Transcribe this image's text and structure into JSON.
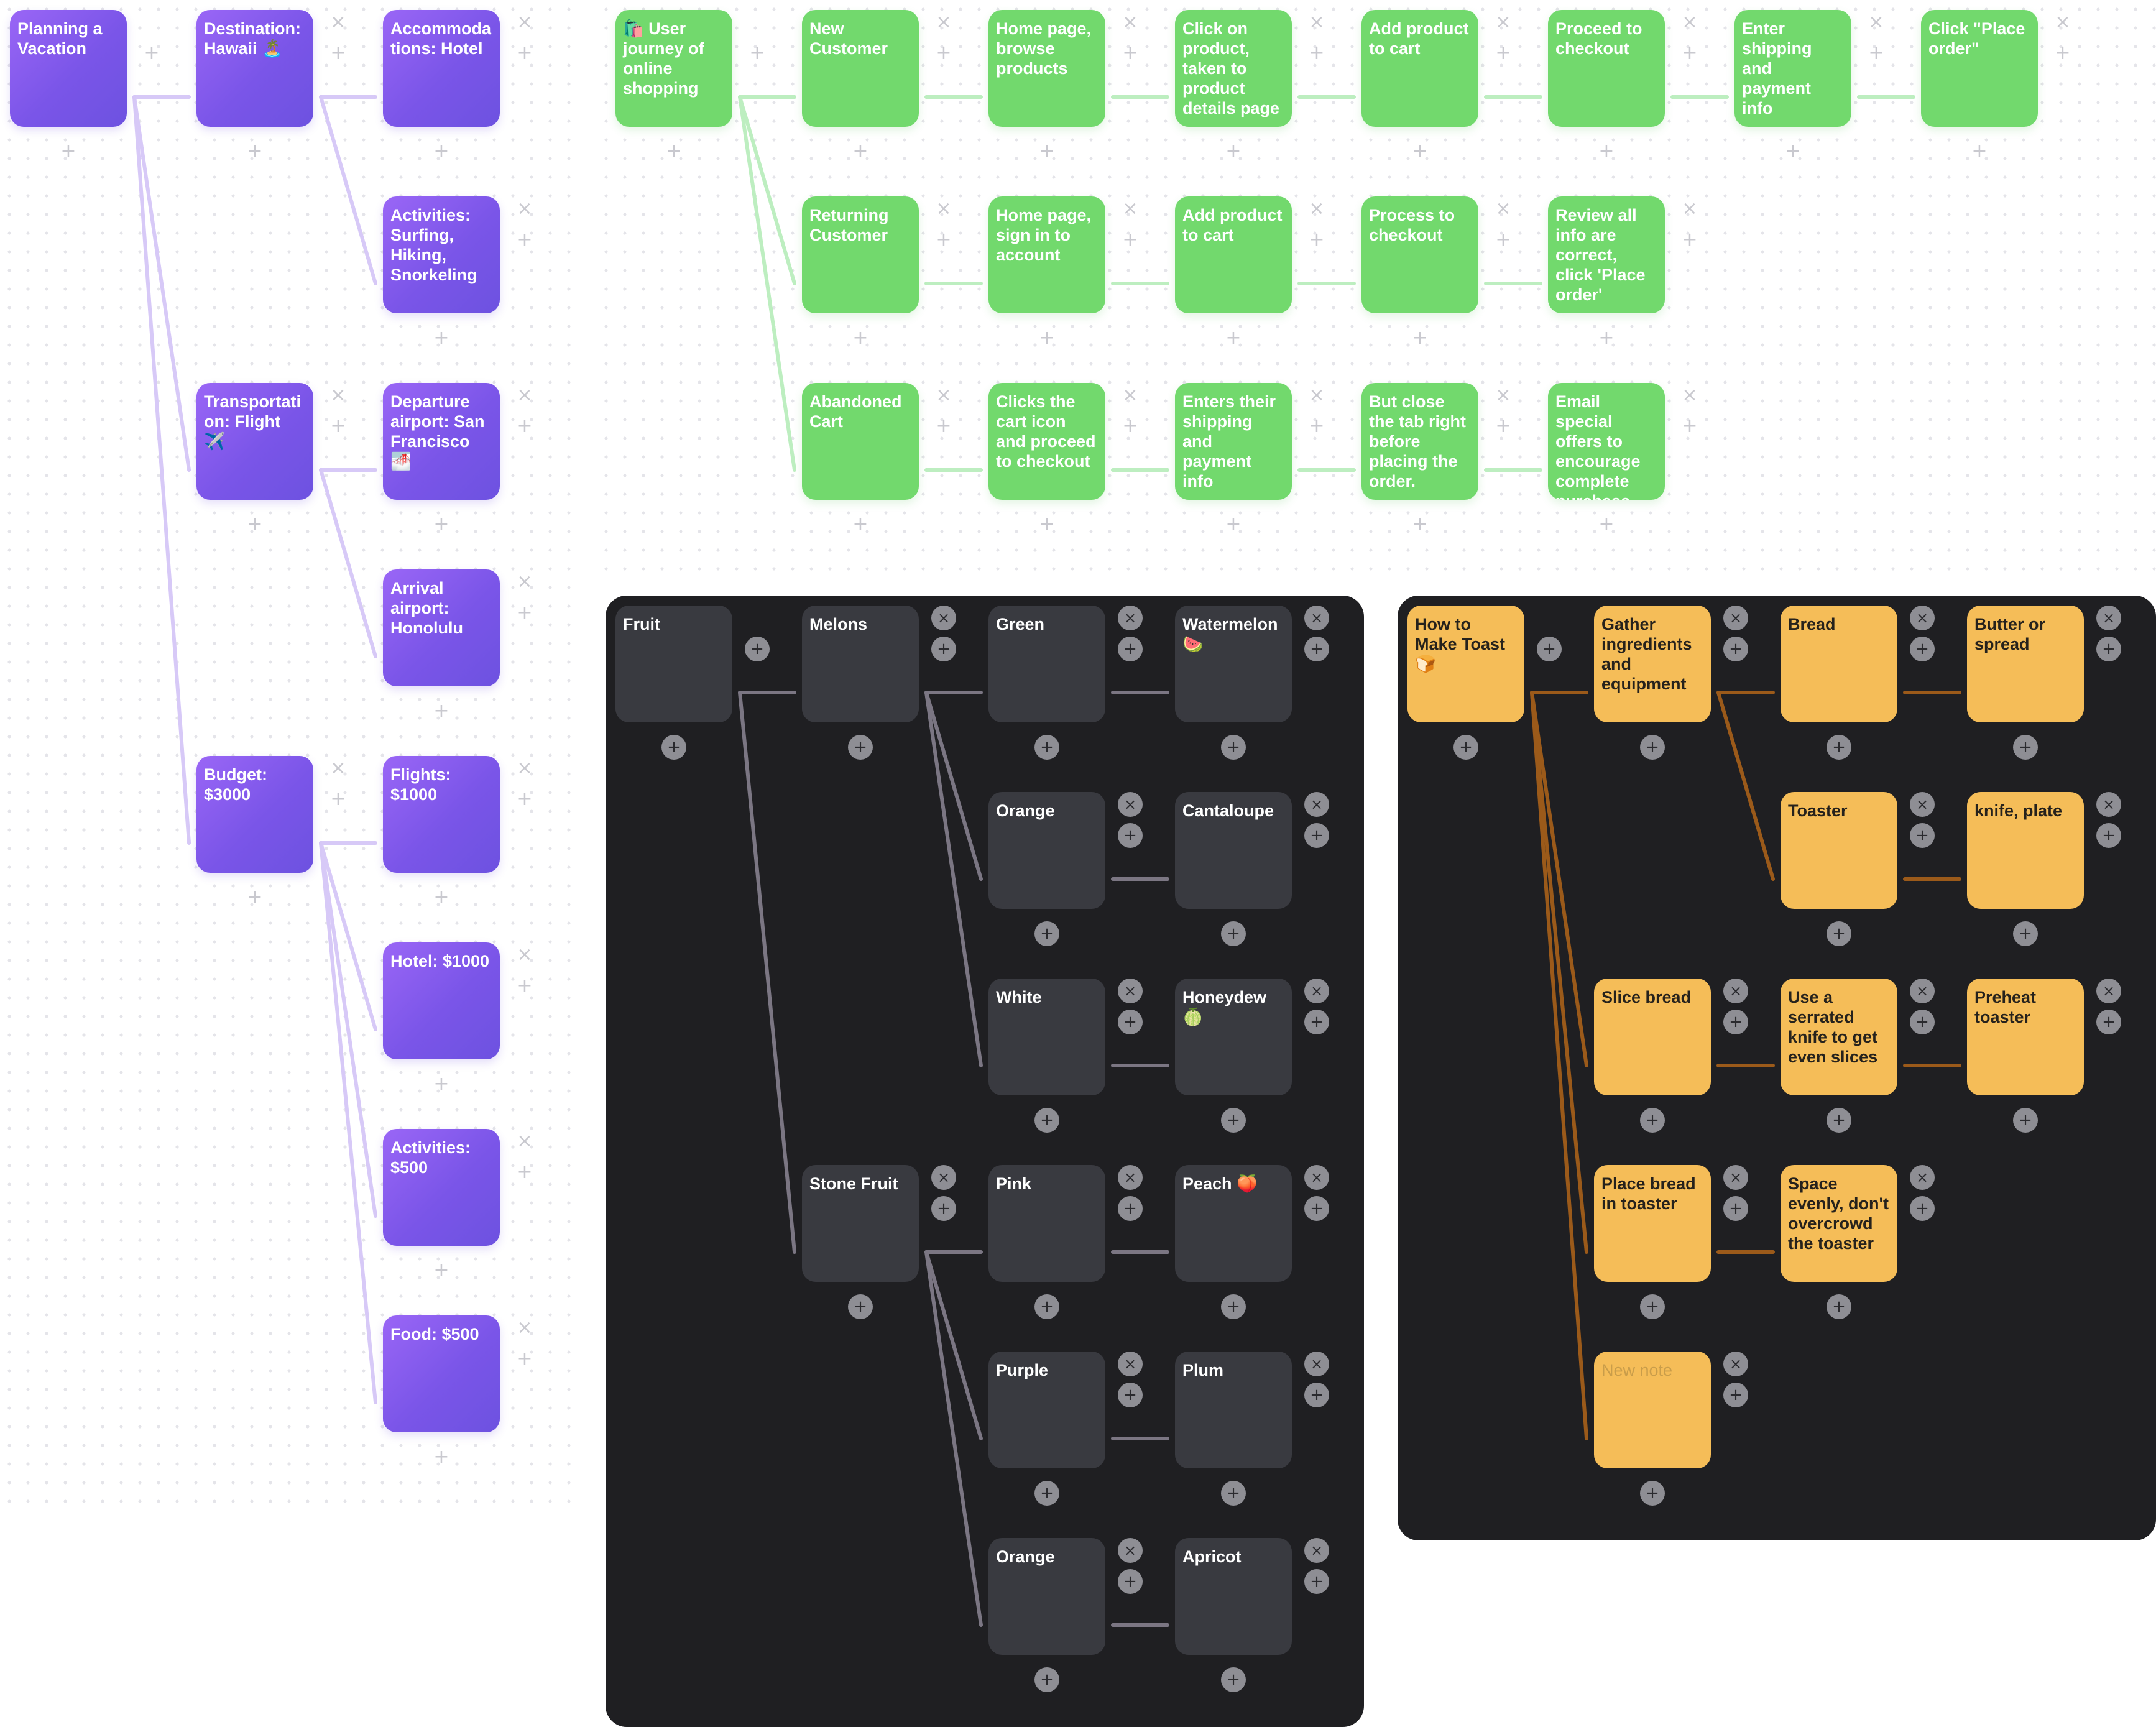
{
  "colors": {
    "purple_line": "#d7c9f7",
    "green_line": "#bdeec0",
    "dark_line": "#7b7683",
    "orange_line": "#9b5a1a",
    "dark_panel": "#1f1f22"
  },
  "icons": {
    "add": "+",
    "remove": "×"
  },
  "vacation": {
    "root": "Planning a Vacation",
    "destination": "Destination: Hawaii 🏝️",
    "accommodations": "Accommodations: Hotel",
    "activities": "Activities: Surfing, Hiking, Snorkeling",
    "transportation": "Transportation: Flight ✈️",
    "departure": "Departure airport: San Francisco 🌁",
    "arrival": "Arrival airport: Honolulu",
    "budget": "Budget: $3000",
    "flights": "Flights: $1000",
    "hotel": "Hotel: $1000",
    "activities_budget": "Activities: $500",
    "food": "Food: $500"
  },
  "journey": {
    "root": "🛍️ User journey of online shopping",
    "new_customer": [
      "New Customer",
      "Home page, browse products",
      "Click on product, taken to product details page",
      "Add product to cart",
      "Proceed to checkout",
      "Enter shipping and payment info",
      "Click \"Place order\""
    ],
    "returning_customer": [
      "Returning Customer",
      "Home page, sign in to account",
      "Add product to cart",
      "Process to checkout",
      "Review all info are correct, click 'Place order'"
    ],
    "abandoned_cart": [
      "Abandoned Cart",
      "Clicks the cart icon and proceed to checkout",
      "Enters their shipping and payment info",
      "But close the tab right before placing the order.",
      "Email special offers to encourage complete purchase"
    ]
  },
  "fruit": {
    "root": "Fruit",
    "melons": "Melons",
    "stone_fruit": "Stone Fruit",
    "melon_rows": [
      [
        "Green",
        "Watermelon 🍉"
      ],
      [
        "Orange",
        "Cantaloupe"
      ],
      [
        "White",
        "Honeydew 🍈"
      ]
    ],
    "stone_rows": [
      [
        "Pink",
        "Peach 🍑"
      ],
      [
        "Purple",
        "Plum"
      ],
      [
        "Orange",
        "Apricot"
      ]
    ]
  },
  "toast": {
    "root": "How to Make Toast 🍞",
    "gather": "Gather ingredients and equipment",
    "bread": "Bread",
    "butter": "Butter or spread",
    "toaster": "Toaster",
    "knife": "knife, plate",
    "slice": "Slice bread",
    "serrated": "Use a serrated knife to get even slices",
    "preheat": "Preheat toaster",
    "place": "Place bread in toaster",
    "space": "Space evenly, don't overcrowd the toaster",
    "new_note": "New note"
  }
}
